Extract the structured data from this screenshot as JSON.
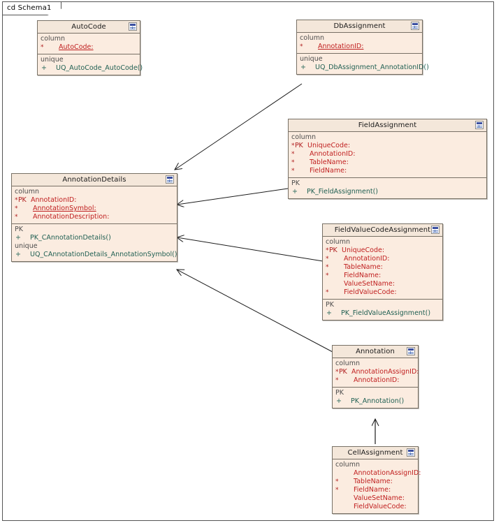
{
  "frame": {
    "label": "cd Schema1"
  },
  "colors": {
    "box_fill": "#fbece0",
    "header_fill": "#f4e7da",
    "border": "#777065",
    "attribute_text": "#c02020",
    "operation_text": "#1f5f52",
    "compartment_label": "#4d4d4d",
    "connector": "#1a1a1a"
  },
  "labels": {
    "column": "column",
    "unique": "unique",
    "pk": "PK"
  },
  "classes": [
    {
      "id": "autocode",
      "name": "AutoCode",
      "icon": "table-icon",
      "compartments": [
        {
          "label": "column",
          "rows": [
            {
              "mark": "*",
              "pk": "",
              "name": "AutoCode:",
              "underline": true
            }
          ]
        },
        {
          "label": "unique",
          "ops": [
            {
              "vis": "+",
              "name": "UQ_AutoCode_AutoCode()"
            }
          ]
        }
      ]
    },
    {
      "id": "dbassignment",
      "name": "DbAssignment",
      "icon": "table-icon",
      "compartments": [
        {
          "label": "column",
          "rows": [
            {
              "mark": "*",
              "pk": "",
              "name": "AnnotationID:",
              "underline": true
            }
          ]
        },
        {
          "label": "unique",
          "ops": [
            {
              "vis": "+",
              "name": "UQ_DbAssignment_AnnotationID()"
            }
          ]
        }
      ]
    },
    {
      "id": "fieldassignment",
      "name": "FieldAssignment",
      "icon": "table-icon",
      "compartments": [
        {
          "label": "column",
          "rows": [
            {
              "mark": "*",
              "pk": "PK",
              "name": "UniqueCode:",
              "underline": false
            },
            {
              "mark": "*",
              "pk": "",
              "name": "AnnotationID:",
              "underline": false
            },
            {
              "mark": "*",
              "pk": "",
              "name": "TableName:",
              "underline": false
            },
            {
              "mark": "*",
              "pk": "",
              "name": "FieldName:",
              "underline": false
            }
          ]
        },
        {
          "label": "PK",
          "ops": [
            {
              "vis": "+",
              "name": "PK_FieldAssignment()"
            }
          ]
        }
      ]
    },
    {
      "id": "annotationdetails",
      "name": "AnnotationDetails",
      "icon": "table-icon",
      "compartments": [
        {
          "label": "column",
          "rows": [
            {
              "mark": "*",
              "pk": "PK",
              "name": "AnnotationID:",
              "underline": false
            },
            {
              "mark": "*",
              "pk": "",
              "name": "AnnotationSymbol:",
              "underline": true
            },
            {
              "mark": "*",
              "pk": "",
              "name": "AnnotationDescription:",
              "underline": false
            }
          ]
        },
        {
          "label": "PK",
          "ops": [
            {
              "vis": "+",
              "name": "PK_CAnnotationDetails()"
            }
          ],
          "label2": "unique",
          "ops2": [
            {
              "vis": "+",
              "name": "UQ_CAnnotationDetails_AnnotationSymbol()"
            }
          ]
        }
      ]
    },
    {
      "id": "fieldvaluecodeassignment",
      "name": "FieldValueCodeAssignment",
      "icon": "table-icon",
      "compartments": [
        {
          "label": "column",
          "rows": [
            {
              "mark": "*",
              "pk": "PK",
              "name": "UniqueCode:",
              "underline": false
            },
            {
              "mark": "*",
              "pk": "",
              "name": "AnnotationID:",
              "underline": false
            },
            {
              "mark": "*",
              "pk": "",
              "name": "TableName:",
              "underline": false
            },
            {
              "mark": "*",
              "pk": "",
              "name": "FieldName:",
              "underline": false
            },
            {
              "mark": "",
              "pk": "",
              "name": "ValueSetName:",
              "underline": false
            },
            {
              "mark": "*",
              "pk": "",
              "name": "FieldValueCode:",
              "underline": false
            }
          ]
        },
        {
          "label": "PK",
          "ops": [
            {
              "vis": "+",
              "name": "PK_FieldValueAssignment()"
            }
          ]
        }
      ]
    },
    {
      "id": "annotation",
      "name": "Annotation",
      "icon": "table-icon",
      "compartments": [
        {
          "label": "column",
          "rows": [
            {
              "mark": "*",
              "pk": "PK",
              "name": "AnnotationAssignID:",
              "underline": false
            },
            {
              "mark": "*",
              "pk": "",
              "name": "AnnotationID:",
              "underline": false
            }
          ]
        },
        {
          "label": "PK",
          "ops": [
            {
              "vis": "+",
              "name": "PK_Annotation()"
            }
          ]
        }
      ]
    },
    {
      "id": "cellassignment",
      "name": "CellAssignment",
      "icon": "table-icon",
      "compartments": [
        {
          "label": "column",
          "rows": [
            {
              "mark": "",
              "pk": "",
              "name": "AnnotationAssignID:",
              "underline": false
            },
            {
              "mark": "*",
              "pk": "",
              "name": "TableName:",
              "underline": false
            },
            {
              "mark": "*",
              "pk": "",
              "name": "FieldName:",
              "underline": false
            },
            {
              "mark": "",
              "pk": "",
              "name": "ValueSetName:",
              "underline": false
            },
            {
              "mark": "",
              "pk": "",
              "name": "FieldValueCode:",
              "underline": false
            }
          ]
        }
      ]
    }
  ],
  "connectors": [
    {
      "from": "dbassignment",
      "to": "annotationdetails"
    },
    {
      "from": "fieldassignment",
      "to": "annotationdetails"
    },
    {
      "from": "fieldvaluecodeassignment",
      "to": "annotationdetails"
    },
    {
      "from": "annotation",
      "to": "annotationdetails"
    },
    {
      "from": "cellassignment",
      "to": "annotation"
    }
  ]
}
